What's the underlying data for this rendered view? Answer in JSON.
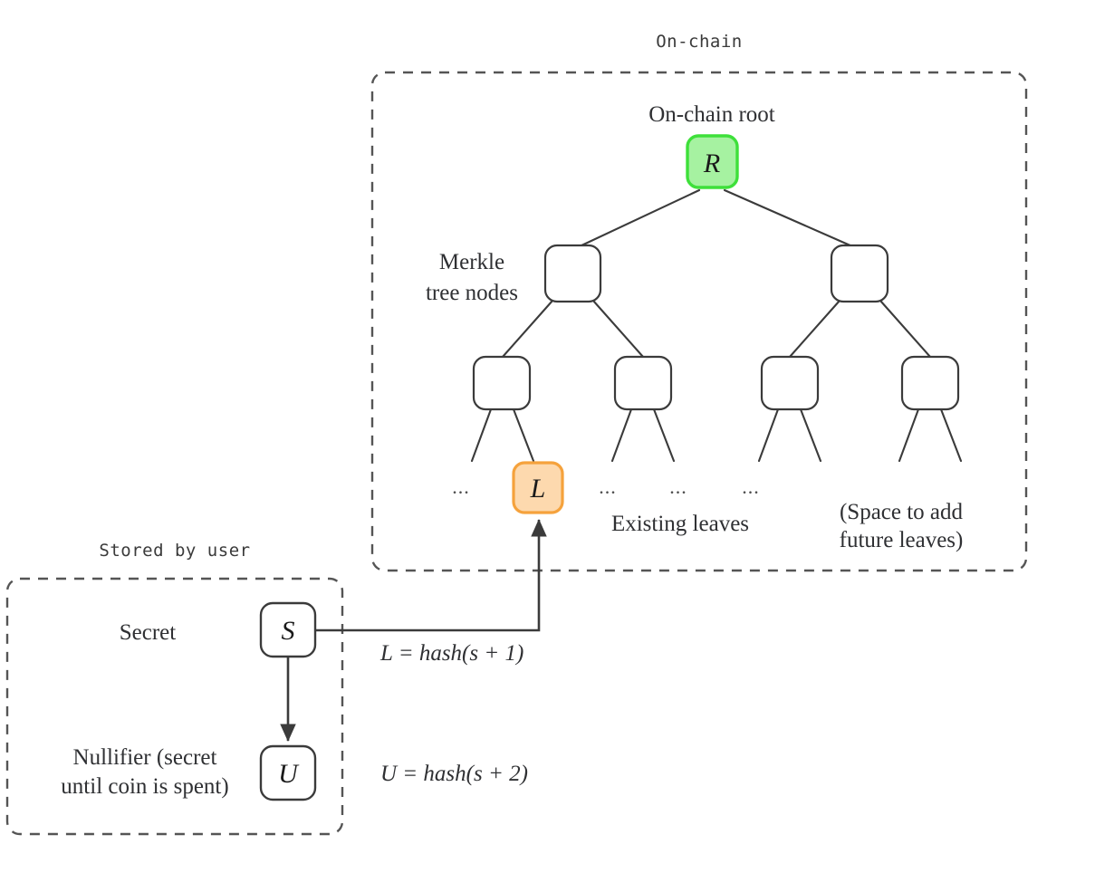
{
  "diagram": {
    "title_onchain": "On-chain",
    "title_user": "Stored by user",
    "labels": {
      "onchain_root": "On-chain root",
      "merkle_line1": "Merkle",
      "merkle_line2": "tree nodes",
      "existing_leaves": "Existing leaves",
      "future_line1": "(Space to add",
      "future_line2": "future leaves)",
      "secret": "Secret",
      "nullifier_line1": "Nullifier (secret",
      "nullifier_line2": "until coin is spent)",
      "ellipsis": "..."
    },
    "formulas": {
      "leaf": "L = hash(s + 1)",
      "nullifier": "U = hash(s + 2)"
    },
    "nodes": {
      "root": {
        "letter": "R",
        "fill": "#a6f2a1",
        "stroke": "#3ee03a"
      },
      "leaf": {
        "letter": "L",
        "fill": "#fdd9ae",
        "stroke": "#f5a23c"
      },
      "secret": {
        "letter": "S",
        "fill": "#ffffff",
        "stroke": "#3b3b3b"
      },
      "nullifier": {
        "letter": "U",
        "fill": "#ffffff",
        "stroke": "#3b3b3b"
      }
    },
    "colors": {
      "background": "#ffffff",
      "stroke": "#3b3b3b",
      "dashed_border": "#555555",
      "text": "#2f3033"
    }
  }
}
